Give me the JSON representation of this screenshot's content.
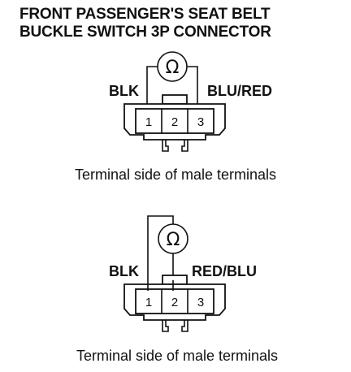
{
  "title": {
    "line1": "FRONT PASSENGER'S SEAT BELT",
    "line2": "BUCKLE SWITCH 3P CONNECTOR"
  },
  "ohm_symbol": "Ω",
  "diagram_top": {
    "left_wire": "BLK",
    "right_wire": "BLU/RED",
    "pins": [
      "1",
      "2",
      "3"
    ],
    "caption": "Terminal side of male terminals"
  },
  "diagram_bottom": {
    "left_wire": "BLK",
    "right_wire": "RED/BLU",
    "pins": [
      "1",
      "2",
      "3"
    ],
    "caption": "Terminal side of male terminals"
  }
}
